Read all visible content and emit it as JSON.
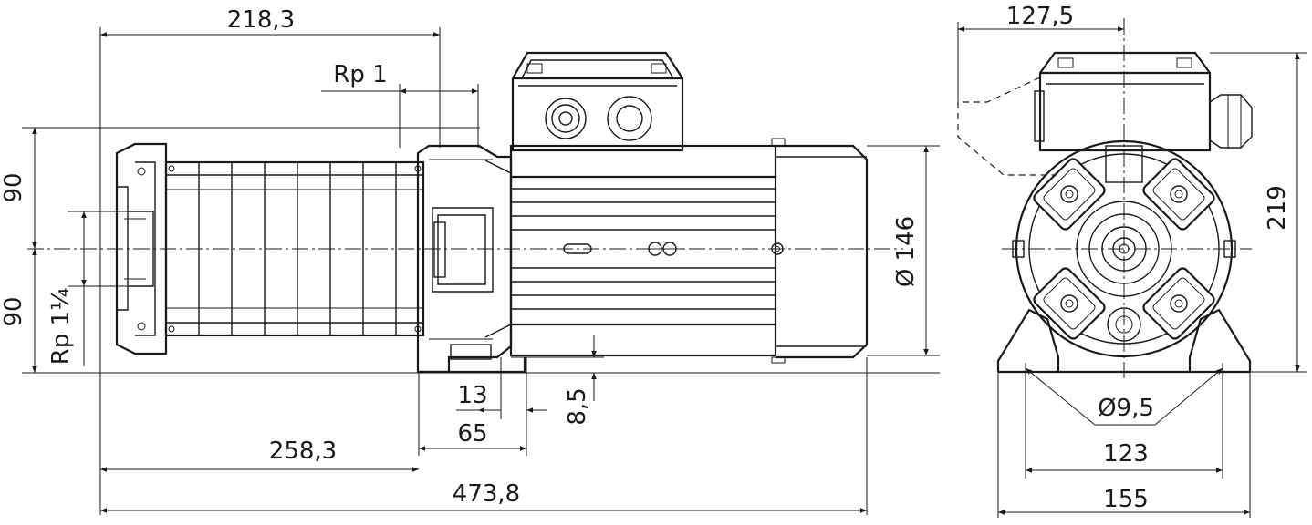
{
  "drawing": {
    "dims": {
      "overall_width_top": "218,3",
      "port_rp1": "Rp 1",
      "height_upper": "90",
      "height_lower": "90",
      "port_rp114": "Rp 1¼",
      "motor_diameter": "Ø 146",
      "dim_13": "13",
      "dim_65": "65",
      "dim_85": "8,5",
      "dim_2583": "258,3",
      "dim_4738": "473,8",
      "side_width_top": "127,5",
      "side_height": "219",
      "hole_diameter": "Ø9,5",
      "foot_spacing": "123",
      "foot_width": "155"
    }
  }
}
